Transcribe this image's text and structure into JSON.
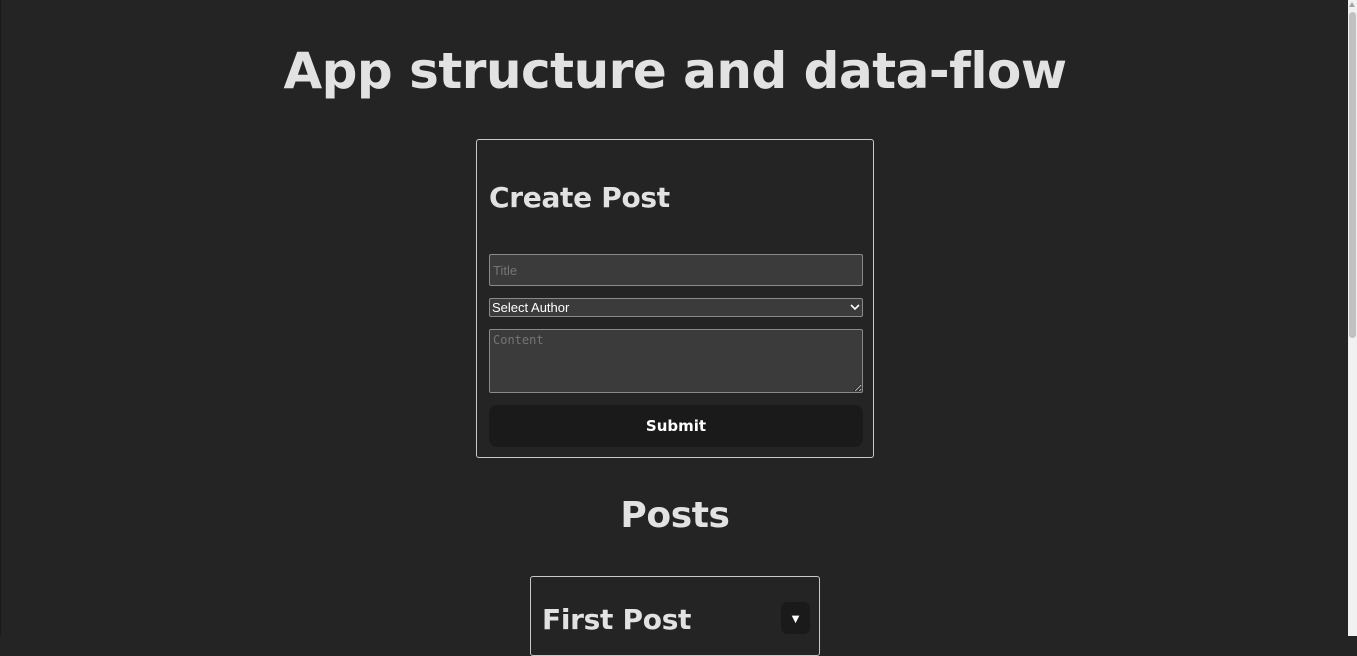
{
  "header": {
    "title": "App structure and data-flow"
  },
  "create_post": {
    "heading": "Create Post",
    "title_placeholder": "Title",
    "title_value": "",
    "author_selected": "Select Author",
    "content_placeholder": "Content",
    "content_value": "",
    "submit_label": "Submit"
  },
  "posts": {
    "heading": "Posts",
    "items": [
      {
        "title": "First Post",
        "toggle_icon": "caret-down-icon",
        "toggle_glyph": "▼"
      }
    ]
  },
  "colors": {
    "background": "#242424",
    "text": "#e6e6e6",
    "card_border": "#c8c8c8",
    "button_bg": "#1a1a1a",
    "input_bg": "#3b3b3b"
  }
}
